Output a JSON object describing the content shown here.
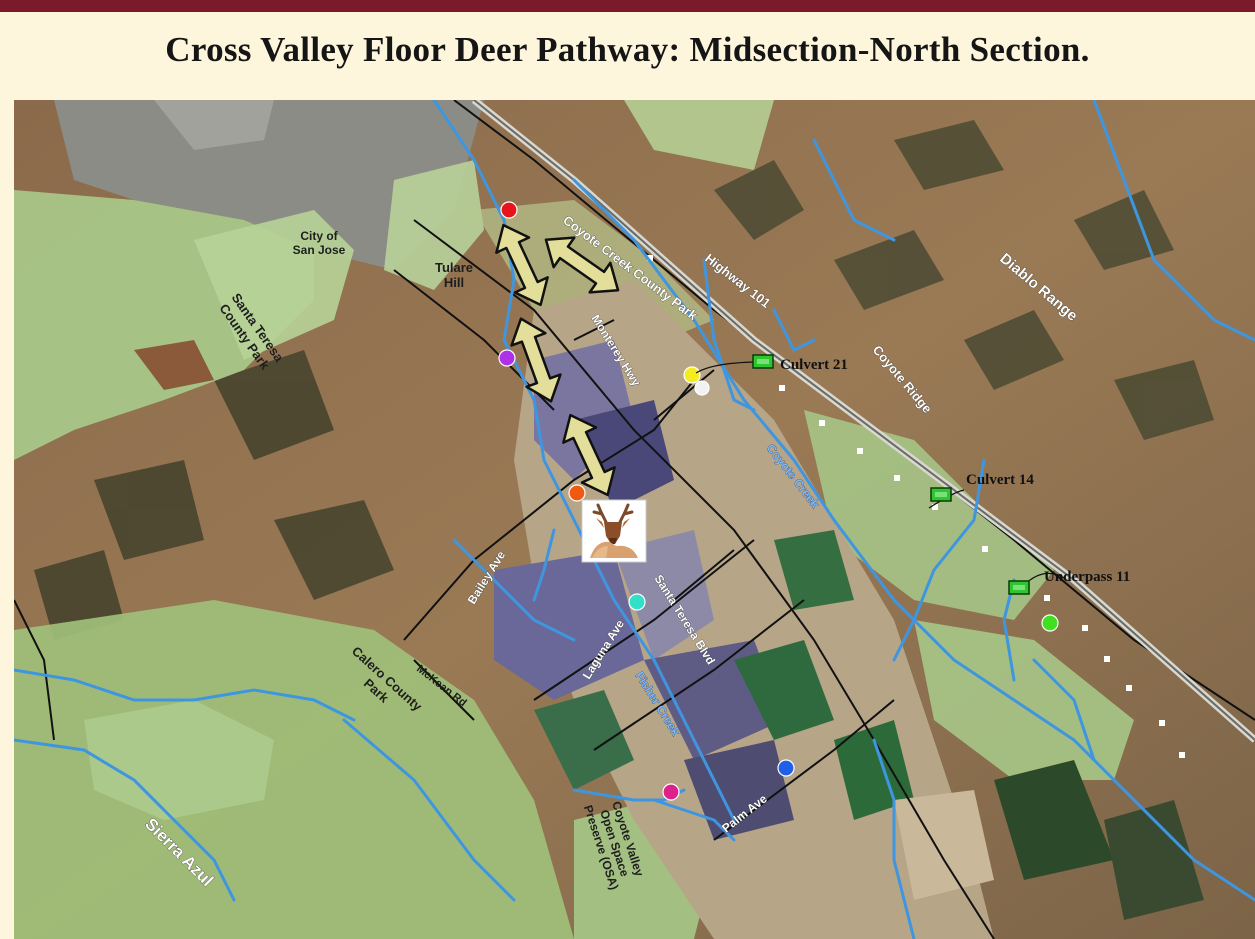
{
  "title": "Cross Valley Floor Deer Pathway: Midsection-North Section.",
  "place_labels": {
    "city": [
      "City of",
      "San Jose"
    ],
    "tulare": [
      "Tulare",
      "Hill"
    ],
    "santa_teresa_park": [
      "Santa Teresa",
      "County Park"
    ],
    "coyote_creek_park": "Coyote Creek County Park",
    "highway": "Highway 101",
    "diablo": "Diablo Range",
    "coyote_ridge": "Coyote Ridge",
    "monterey": "Monterey Hwy",
    "coyote_creek": "Coyote Creek",
    "bailey": "Bailey Ave",
    "santa_teresa_blvd": "Santa Teresa Blvd",
    "laguna": "Laguna Ave",
    "fisher": "Fisher Creek",
    "calero": [
      "Calero County",
      "Park"
    ],
    "mcgan": "McKean Rd",
    "sierra": "Sierra Azul",
    "osa": [
      "Coyote Valley",
      "Open Space",
      "Preserve (OSA)"
    ],
    "palm": "Palm Ave"
  },
  "crossings": {
    "culvert21": "Culvert 21",
    "culvert14": "Culvert  14",
    "underpass11": "Underpass 11"
  },
  "colors": {
    "frame_bg": "#fdf6dc",
    "top_bar": "#7a1a2a",
    "arrow_fill": "#e3de9a",
    "water": "#3f96e0",
    "culvert": "#2ec52e",
    "dot_red": "#e8141a",
    "dot_purple": "#b030e8",
    "dot_yellow": "#f4ec20",
    "dot_orange": "#f05a10",
    "dot_teal": "#30e0c8",
    "dot_green": "#40e020",
    "dot_magenta": "#e0208a",
    "dot_blue": "#2060e8"
  },
  "icons": {
    "deer": "deer-icon",
    "culvert": "culvert-marker-icon",
    "arrow": "double-arrow-icon"
  }
}
